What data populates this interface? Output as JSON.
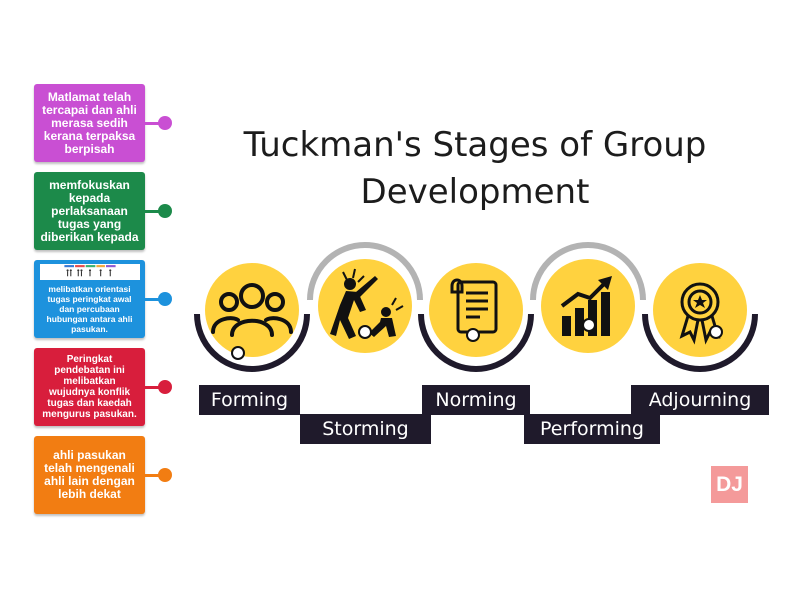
{
  "title": "Tuckman's Stages of Group Development",
  "tiles": [
    {
      "text": "Matlamat telah tercapai dan ahli merasa sedih kerana terpaksa berpisah",
      "color": "#c94fd3"
    },
    {
      "text": "memfokuskan kepada perlaksanaan tugas yang diberikan kepada",
      "color": "#1c8a4a"
    },
    {
      "text": "melibatkan orientasi tugas peringkat awal dan percubaan hubungan antara ahli pasukan.",
      "color": "#1d92dd"
    },
    {
      "text": "Peringkat pendebatan ini melibatkan wujudnya konflik tugas dan kaedah mengurus pasukan.",
      "color": "#d81e3c"
    },
    {
      "text": "ahli pasukan telah mengenali ahli lain dengan lebih dekat",
      "color": "#f27d12"
    }
  ],
  "stages": [
    {
      "label": "Forming",
      "icon": "people-group-icon"
    },
    {
      "label": "Storming",
      "icon": "conflict-people-icon"
    },
    {
      "label": "Norming",
      "icon": "document-scroll-icon"
    },
    {
      "label": "Performing",
      "icon": "growth-chart-icon"
    },
    {
      "label": "Adjourning",
      "icon": "award-ribbon-icon"
    }
  ],
  "logo": "DJ",
  "colors": {
    "circle": "#ffd23f",
    "arc": "#b3b3b3",
    "arc_dark": "#1f1a2b",
    "label_bg": "#1f1a2b"
  }
}
